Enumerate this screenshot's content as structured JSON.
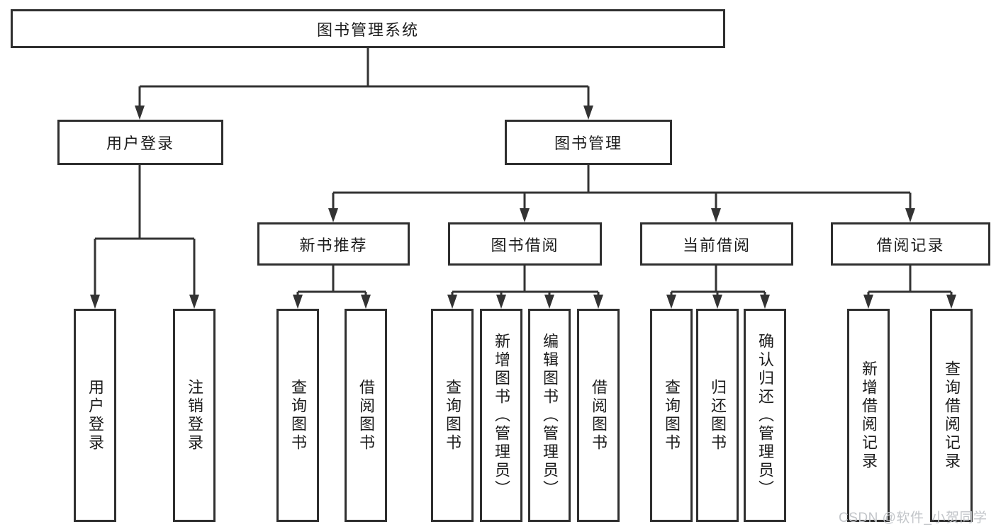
{
  "colors": {
    "background": "#ffffff",
    "box_border": "#2f2f2f",
    "connector_line": "#333333",
    "text": "#1c1c1c",
    "watermark_text": "#c2c5c9"
  },
  "tree": {
    "root": "图书管理系统",
    "branches": [
      {
        "label": "用户登录",
        "children": [
          "用户登录",
          "注销登录"
        ]
      },
      {
        "label": "图书管理",
        "groups": [
          {
            "label": "新书推荐",
            "children": [
              "查询图书",
              "借阅图书"
            ]
          },
          {
            "label": "图书借阅",
            "children": [
              "查询图书",
              "新增图书（管理员）",
              "编辑图书（管理员）",
              "借阅图书"
            ]
          },
          {
            "label": "当前借阅",
            "children": [
              "查询图书",
              "归还图书",
              "确认归还（管理员）"
            ]
          },
          {
            "label": "借阅记录",
            "children": [
              "新增借阅记录",
              "查询借阅记录"
            ]
          }
        ]
      }
    ]
  },
  "watermark": {
    "text": "CSDN @软件_小贺同学"
  }
}
